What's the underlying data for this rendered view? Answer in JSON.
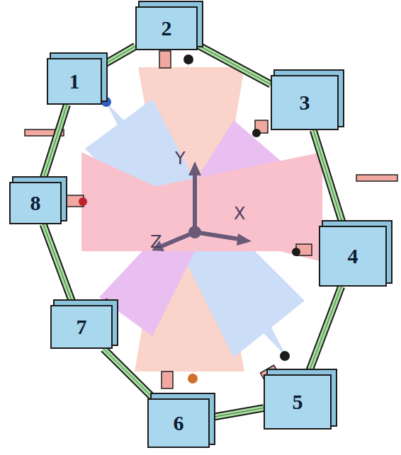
{
  "diagram": {
    "nodes": [
      {
        "text": [
          "1"
        ]
      },
      {
        "text": [
          "2"
        ]
      },
      {
        "text": [
          "3"
        ]
      },
      {
        "text": [
          "4"
        ]
      },
      {
        "text": [
          "5"
        ]
      },
      {
        "text": [
          "6"
        ]
      },
      {
        "text": [
          "7"
        ]
      },
      {
        "text": [
          "8"
        ]
      }
    ],
    "edges": [
      {
        "from": 0,
        "to": 1,
        "arrow": "none"
      },
      {
        "from": 1,
        "to": 2,
        "arrow": "none"
      },
      {
        "from": 2,
        "to": 3,
        "arrow": "none"
      },
      {
        "from": 3,
        "to": 4,
        "arrow": "none"
      },
      {
        "from": 4,
        "to": 5,
        "arrow": "none"
      },
      {
        "from": 5,
        "to": 6,
        "arrow": "none"
      },
      {
        "from": 6,
        "to": 7,
        "arrow": "none"
      },
      {
        "from": 7,
        "to": 0,
        "arrow": "none"
      }
    ],
    "labels": [
      "Y",
      "X",
      "Z"
    ]
  }
}
